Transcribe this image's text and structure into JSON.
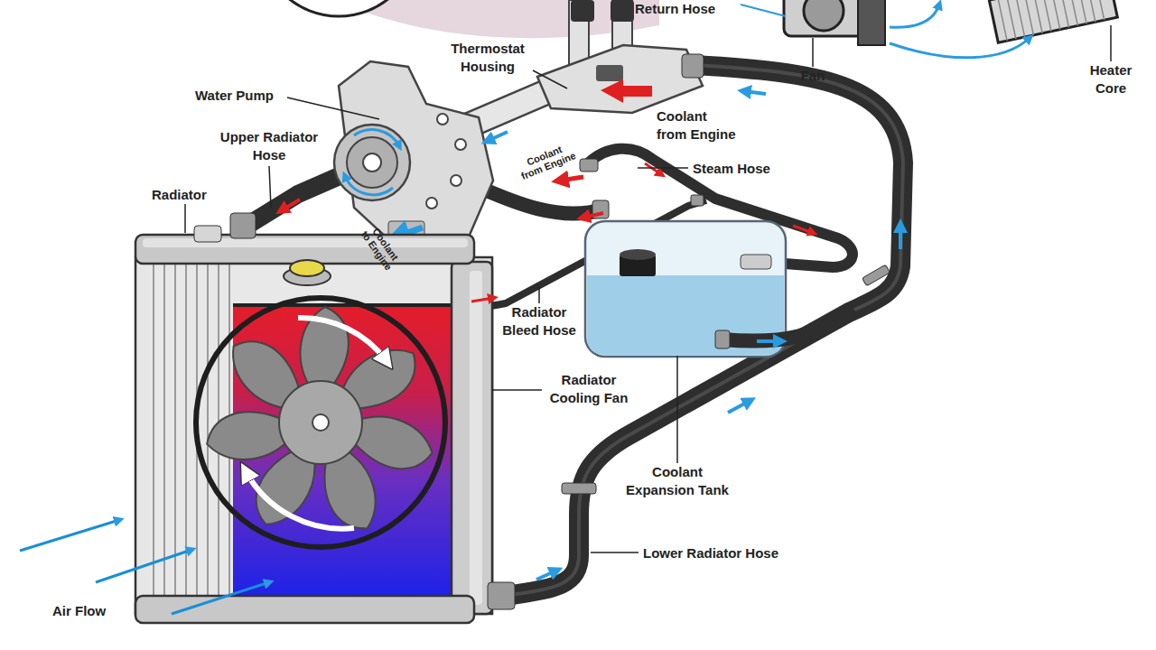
{
  "diagram": {
    "labels": [
      "Return Hose",
      "Fan",
      "Heater Core",
      "Thermostat Housing",
      "Water Pump",
      "Coolant from Engine",
      "Upper Radiator Hose",
      "Coolant from Engine",
      "Steam Hose",
      "Radiator",
      "Coolant to Engine",
      "Radiator Bleed Hose",
      "Radiator Cooling Fan",
      "Coolant Expansion Tank",
      "Lower Radiator Hose",
      "Air Flow"
    ]
  }
}
